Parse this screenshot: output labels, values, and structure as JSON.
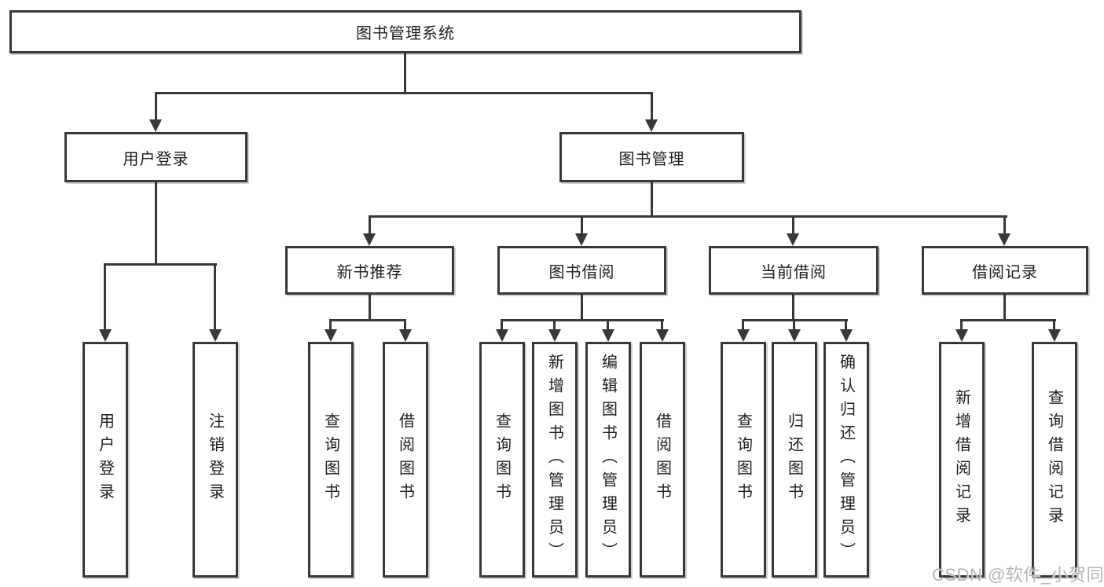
{
  "diagram": {
    "type": "tree",
    "root": {
      "label": "图书管理系统",
      "children": [
        {
          "label": "用户登录",
          "children": [
            {
              "label": "用户登录"
            },
            {
              "label": "注销登录"
            }
          ]
        },
        {
          "label": "图书管理",
          "children": [
            {
              "label": "新书推荐",
              "children": [
                {
                  "label": "查询图书"
                },
                {
                  "label": "借阅图书"
                }
              ]
            },
            {
              "label": "图书借阅",
              "children": [
                {
                  "label": "查询图书"
                },
                {
                  "label": "新增图书（管理员）"
                },
                {
                  "label": "编辑图书（管理员）"
                },
                {
                  "label": "借阅图书"
                }
              ]
            },
            {
              "label": "当前借阅",
              "children": [
                {
                  "label": "查询图书"
                },
                {
                  "label": "归还图书"
                },
                {
                  "label": "确认归还（管理员）"
                }
              ]
            },
            {
              "label": "借阅记录",
              "children": [
                {
                  "label": "新增借阅记录"
                },
                {
                  "label": "查询借阅记录"
                }
              ]
            }
          ]
        }
      ]
    },
    "colors": {
      "line": "#383838",
      "box_border": "#383838",
      "box_background": "#ffffff",
      "text": "#1e1e1e",
      "background": "#ffffff",
      "watermark": "#b5b5b5"
    }
  },
  "watermark": {
    "text": "CSDN @软件_小贺同学"
  }
}
